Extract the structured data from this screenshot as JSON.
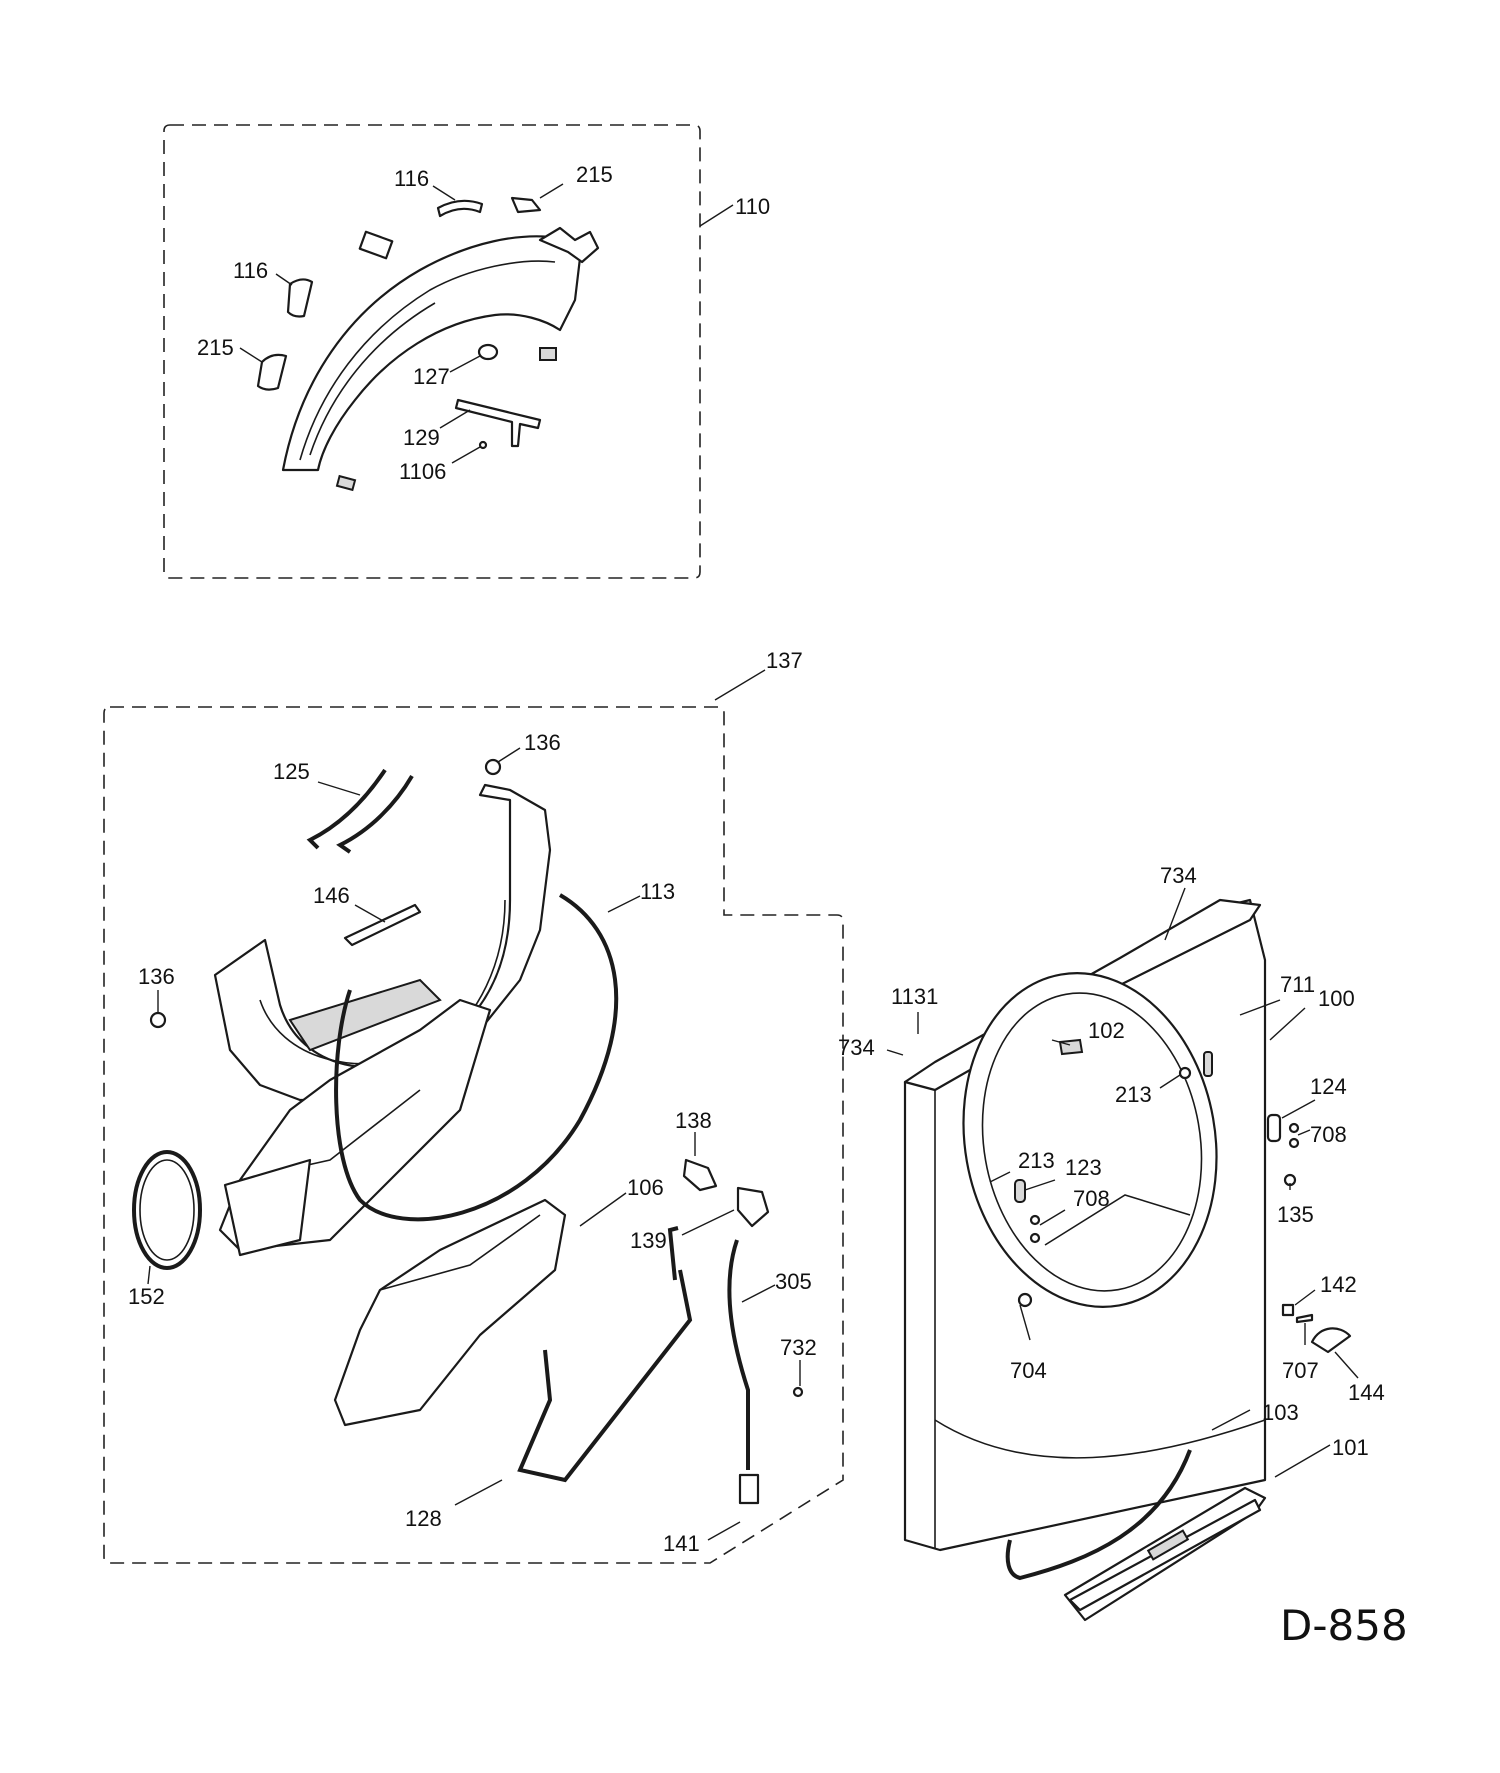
{
  "drawing_id": "D-858",
  "callouts": {
    "c110": "110",
    "c116a": "116",
    "c215a": "215",
    "c116b": "116",
    "c215b": "215",
    "c127": "127",
    "c129": "129",
    "c1106": "1106",
    "c137": "137",
    "c136a": "136",
    "c125": "125",
    "c146": "146",
    "c113": "113",
    "c136b": "136",
    "c152": "152",
    "c106": "106",
    "c138": "138",
    "c139": "139",
    "c305": "305",
    "c732": "732",
    "c128": "128",
    "c141": "141",
    "c734a": "734",
    "c711": "711",
    "c100": "100",
    "c1131": "1131",
    "c734b": "734",
    "c102": "102",
    "c213a": "213",
    "c124": "124",
    "c708a": "708",
    "c213b": "213",
    "c123": "123",
    "c708b": "708",
    "c135": "135",
    "c704": "704",
    "c142": "142",
    "c707": "707",
    "c144": "144",
    "c103": "103",
    "c101": "101"
  }
}
